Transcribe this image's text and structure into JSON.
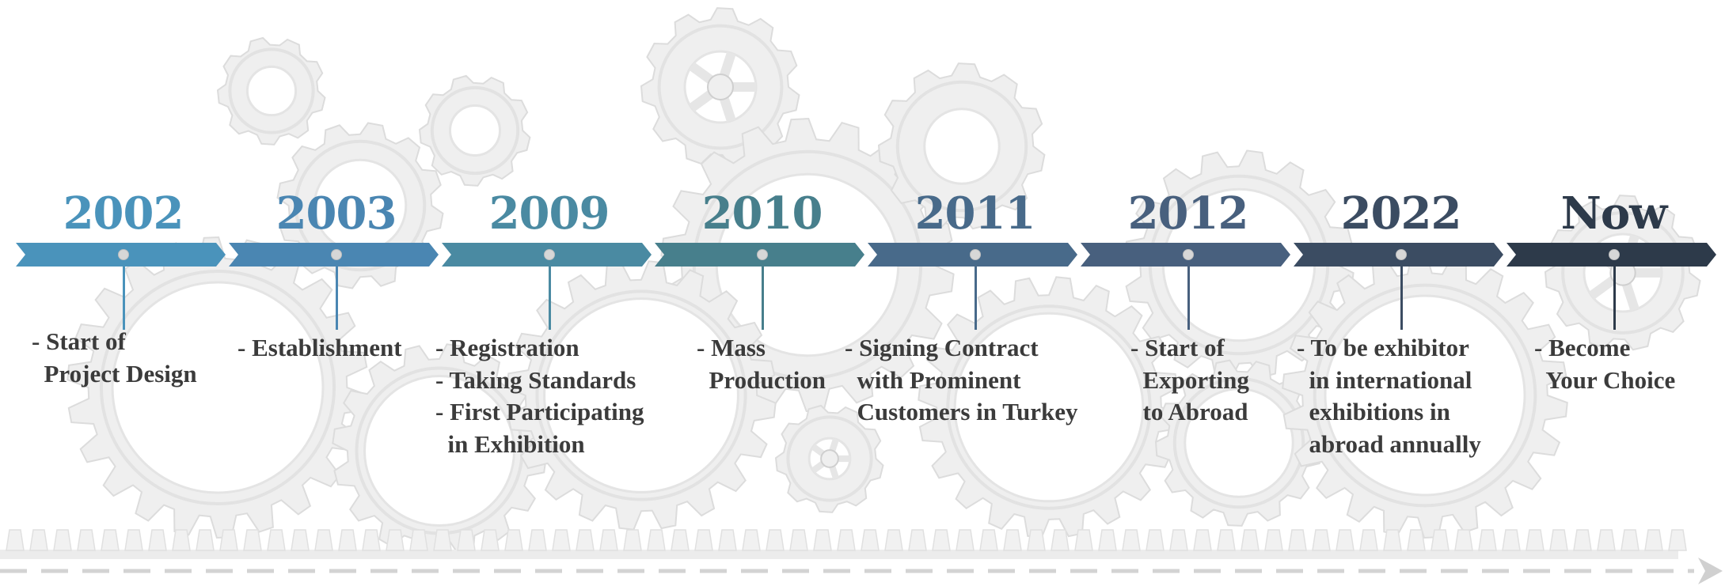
{
  "timeline": [
    {
      "year": "2002",
      "color": "#4a93bb",
      "lines": [
        "- Start of",
        "  Project Design"
      ]
    },
    {
      "year": "2003",
      "color": "#4a86b2",
      "lines": [
        "- Establishment"
      ]
    },
    {
      "year": "2009",
      "color": "#4a8aa2",
      "lines": [
        "- Registration",
        "- Taking Standards",
        "- First Participating",
        "  in Exhibition"
      ]
    },
    {
      "year": "2010",
      "color": "#477f8c",
      "lines": [
        "- Mass",
        "  Production"
      ]
    },
    {
      "year": "2011",
      "color": "#486a8a",
      "lines": [
        "- Signing Contract",
        "  with Prominent",
        "  Customers in Turkey"
      ]
    },
    {
      "year": "2012",
      "color": "#48607e",
      "lines": [
        "- Start of",
        "  Exporting",
        "  to Abroad"
      ]
    },
    {
      "year": "2022",
      "color": "#3b4c62",
      "lines": [
        "- To be exhibitor",
        "  in international",
        "  exhibitions in",
        "  abroad annually"
      ]
    },
    {
      "year": "Now",
      "color": "#2d3a4a",
      "lines": [
        "- Become",
        "  Your Choice"
      ]
    }
  ],
  "colors": {
    "gear_fill": "#efefef",
    "gear_edge": "#dcdcdc",
    "text": "#3b3b3b"
  }
}
